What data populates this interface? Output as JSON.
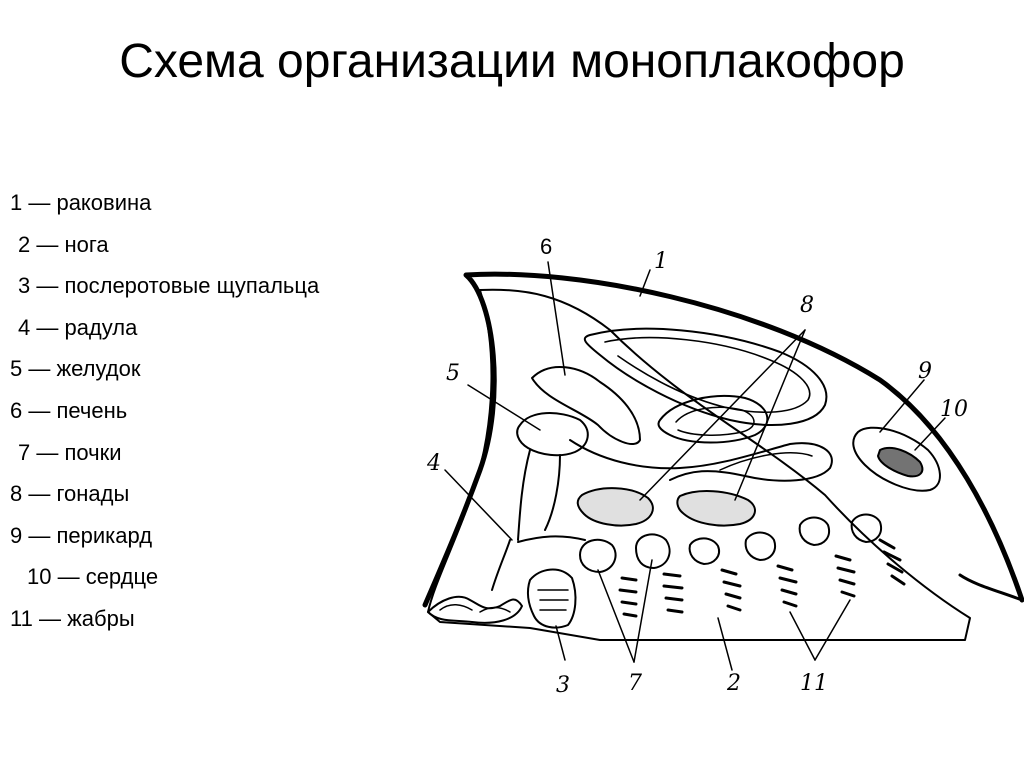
{
  "title": "Схема организации моноплакофор",
  "legend": [
    {
      "text": "1 — раковина",
      "indent": 0
    },
    {
      "text": "2 — нога",
      "indent": 1
    },
    {
      "text": "3 — послеротовые щупальца",
      "indent": 1
    },
    {
      "text": "4 — радула",
      "indent": 1
    },
    {
      "text": "5 — желудок",
      "indent": 0
    },
    {
      "text": "6 — печень",
      "indent": 0
    },
    {
      "text": "7 — почки",
      "indent": 1
    },
    {
      "text": "8 — гонады",
      "indent": 0
    },
    {
      "text": "9 — перикард",
      "indent": 0
    },
    {
      "text": "10 — сердце",
      "indent": 2
    },
    {
      "text": "11 — жабры",
      "indent": 0
    }
  ],
  "diagram": {
    "labels": {
      "l1": "1",
      "l2": "2",
      "l3": "3",
      "l4": "4",
      "l5": "5",
      "l6": "6",
      "l7": "7",
      "l8": "8",
      "l9": "9",
      "l10": "10",
      "l11": "11"
    }
  }
}
